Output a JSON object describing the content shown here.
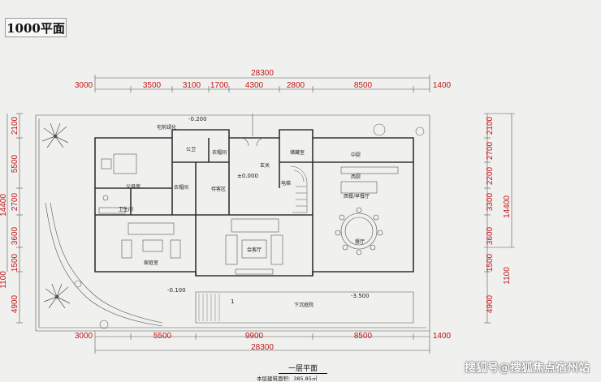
{
  "title": "1000平面",
  "top_dims_total": "28300",
  "top_dims": [
    "3000",
    "3500",
    "3100",
    "1700",
    "4300",
    "2800",
    "8500",
    "1400"
  ],
  "bottom_dims": [
    "3000",
    "5500",
    "9900",
    "8500",
    "1400"
  ],
  "bottom_dims_total": "28300",
  "left_dims": [
    "2100",
    "5500",
    "2700",
    "3600",
    "1500",
    "4900"
  ],
  "left_total": "14400",
  "left_extra": "1100",
  "right_dims": [
    "2100",
    "2700",
    "2200",
    "3300",
    "3600",
    "1500",
    "4900"
  ],
  "right_total": "14400",
  "right_extra": "1100",
  "levels": {
    "north": "-0.200",
    "entry": "±0.000",
    "west": "-0.100",
    "court": "-3.500"
  },
  "rooms": {
    "greening": "宅前绿化",
    "public_wc": "公卫",
    "cloak": "衣帽间",
    "storage": "储藏室",
    "kitchen": "中厨",
    "master": "父母房",
    "bath": "卫生间",
    "closet": "衣帽间",
    "waiting": "待客区",
    "foyer": "玄关",
    "western": "西厨",
    "elevator": "电梯",
    "breakfast": "西餐/早餐厅",
    "dining": "餐厅",
    "family": "家庭室",
    "living": "会客厅",
    "sunken": "下沉庭院"
  },
  "marker": "1",
  "caption": "一层平面",
  "area_label": "本层建筑面积:",
  "area_value": "385.85㎡",
  "watermark": "搜狐号@搜狐焦点宿州站"
}
